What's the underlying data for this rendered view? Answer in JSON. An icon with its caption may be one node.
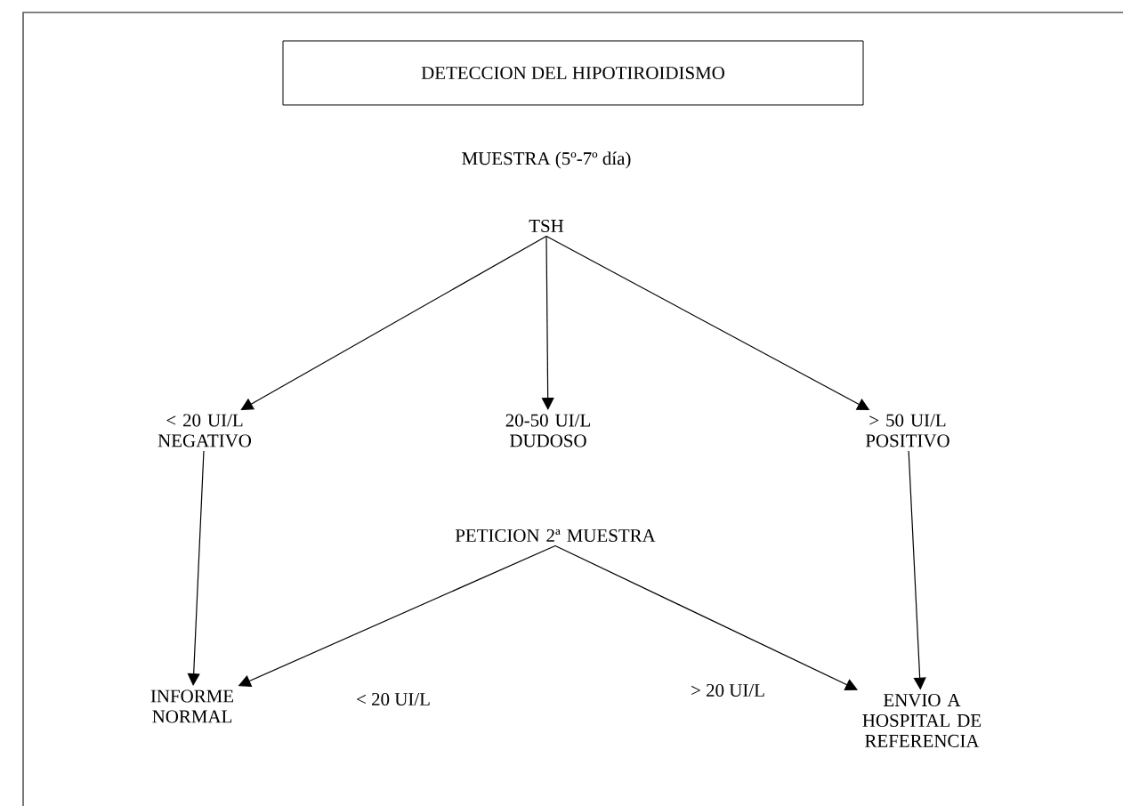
{
  "diagram": {
    "title": "DETECCION DEL HIPOTIROIDISMO",
    "nodes": [
      {
        "text": [
          "TSH"
        ]
      },
      {
        "text": [
          "< 20 UI/L NEGATIVO"
        ]
      },
      {
        "text": [
          "20-50 UI/L DUDOSO"
        ]
      },
      {
        "text": [
          "> 50 UI/L POSITIVO"
        ]
      },
      {
        "text": [
          "PETICION 2ª MUESTRA"
        ]
      },
      {
        "text": [
          "INFORME NORMAL"
        ]
      },
      {
        "text": [
          "ENVIO A HOSPITAL DE REFERENCIA"
        ]
      }
    ],
    "edges": [
      {
        "from": 0,
        "to": 1,
        "arrow": "to"
      },
      {
        "from": 0,
        "to": 2,
        "arrow": "to"
      },
      {
        "from": 0,
        "to": 3,
        "arrow": "to"
      },
      {
        "from": 1,
        "to": 5,
        "arrow": "to"
      },
      {
        "from": 3,
        "to": 6,
        "arrow": "to"
      },
      {
        "from": 4,
        "to": 5,
        "arrow": "to",
        "label": "< 20 UI/L"
      },
      {
        "from": 4,
        "to": 6,
        "arrow": "to",
        "label": "> 20 UI/L"
      }
    ],
    "labels": [
      "MUESTRA (5º-7º día)"
    ]
  }
}
